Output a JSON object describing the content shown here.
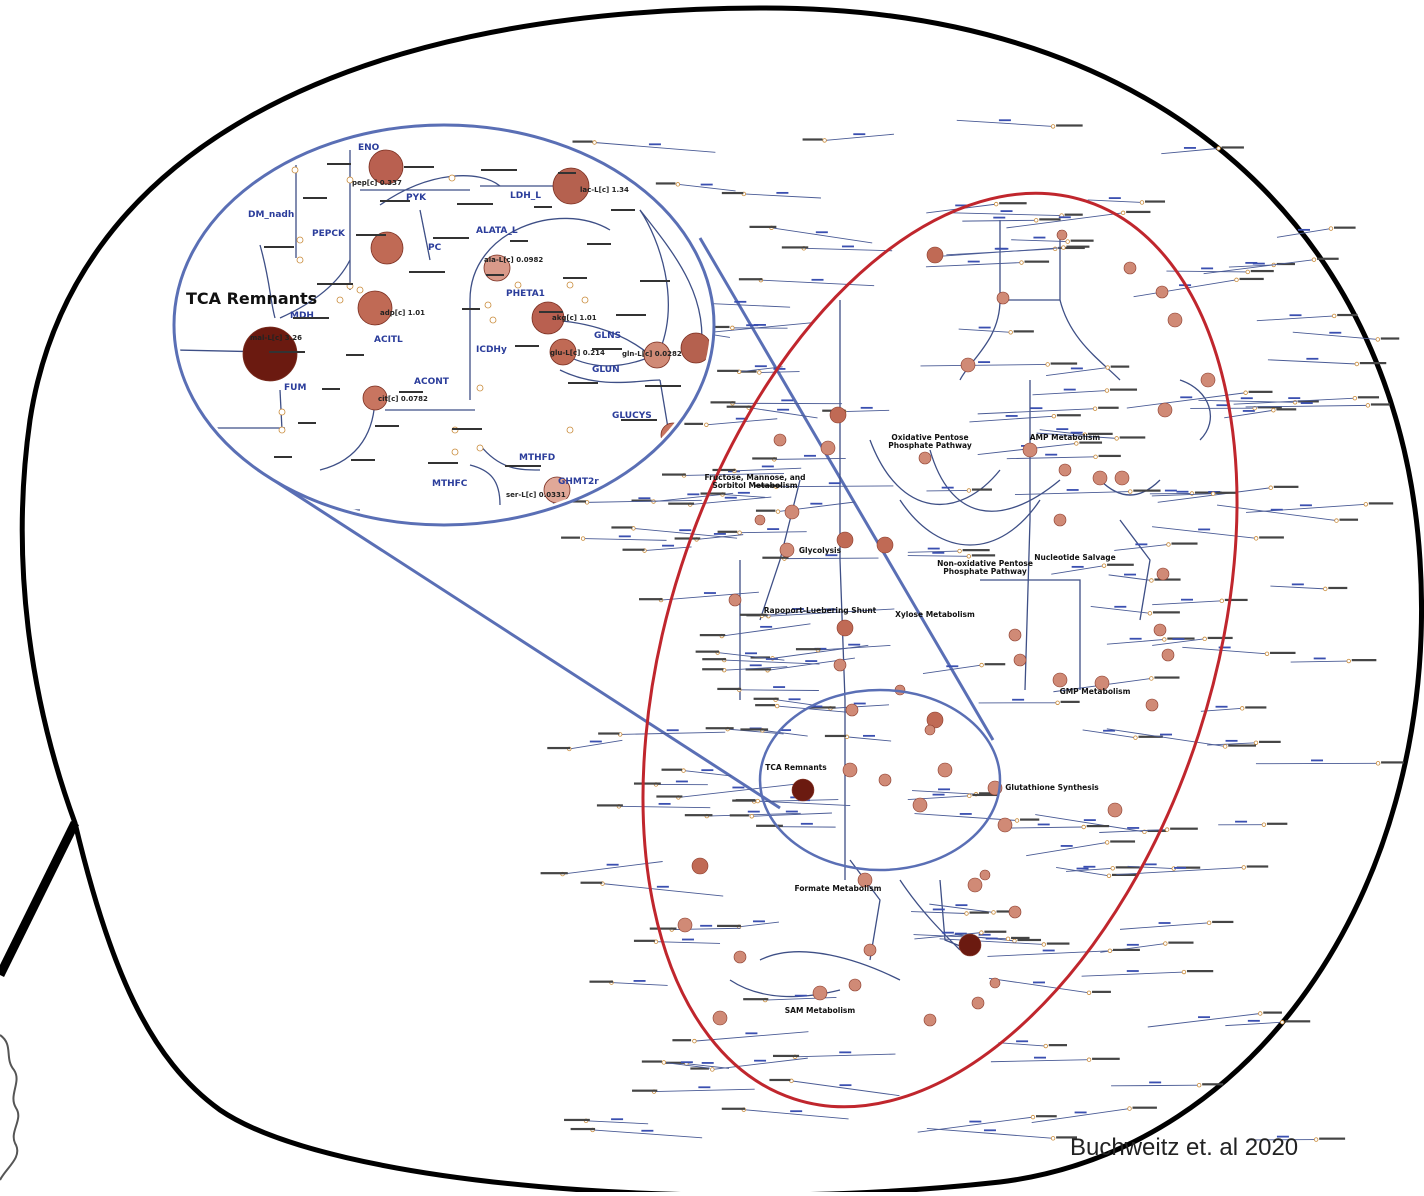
{
  "citation": "Buchweitz et. al 2020",
  "colors": {
    "bubble_outline": "#000000",
    "highlight_ellipse": "#c0262d",
    "zoom_outline": "#5a6fb5",
    "edge": "#3e4f86",
    "node_light": "#d99a8a",
    "node_mid": "#c8705c",
    "node_dark": "#6b1a10",
    "reaction_label": "#2b3d9b"
  },
  "zoom": {
    "title": "TCA Remnants",
    "reactions": [
      "ENO",
      "DM_nadh",
      "PEPCK",
      "PYK",
      "PC",
      "LDH_L",
      "ALATA_L",
      "MDH",
      "ACITL",
      "FUM",
      "ACONT",
      "ICDHy",
      "PHETA1",
      "GLNS",
      "GLUN",
      "GLUCYS",
      "MTHFD",
      "MTHFC",
      "GHMT2r"
    ],
    "metabolites": [
      {
        "id": "pep",
        "text": "pep[c] 0.337"
      },
      {
        "id": "lac",
        "text": "lac-L[c] 1.34"
      },
      {
        "id": "mal",
        "text": "mal-L[c] 3.26"
      },
      {
        "id": "cit",
        "text": "cit[c] 0.0782"
      },
      {
        "id": "gln",
        "text": "gln-L[c] 0.0282"
      },
      {
        "id": "glu",
        "text": "glu-L[c] 0.214"
      },
      {
        "id": "ser",
        "text": "ser-L[c] 0.0331"
      },
      {
        "id": "ala",
        "text": "ala-L[c] 0.0982"
      },
      {
        "id": "adp",
        "text": "adp[c] 1.01"
      },
      {
        "id": "akg",
        "text": "akg[c] 1.01"
      }
    ]
  },
  "map_labels": [
    "Oxidative Pentose Phosphate Pathway",
    "AMP Metabolism",
    "Fructose, Mannose, and Sorbitol Metabolism",
    "Glycolysis",
    "Non-oxidative Pentose Phosphate Pathway",
    "Nucleotide Salvage",
    "Rapoport-Luebering Shunt",
    "Xylose Metabolism",
    "GMP Metabolism",
    "TCA Remnants",
    "Glutathione Synthesis",
    "Formate Metabolism",
    "SAM Metabolism"
  ]
}
